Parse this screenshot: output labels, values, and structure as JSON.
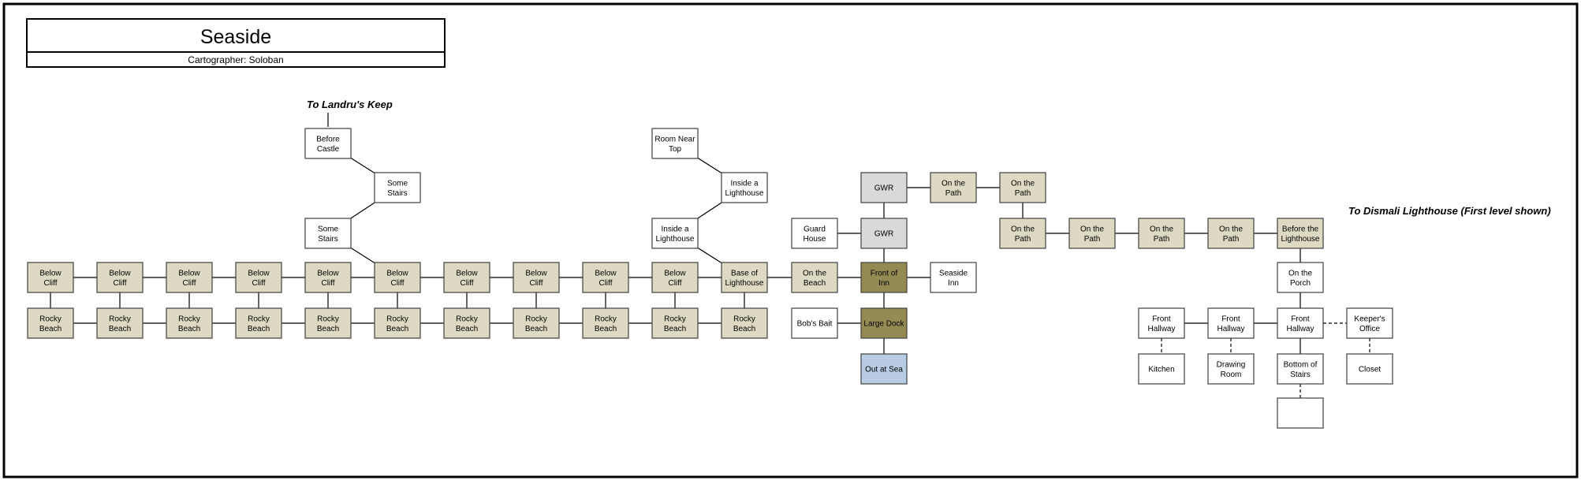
{
  "title": "Seaside",
  "subtitle": "Cartographer: Soloban",
  "exit_labels": {
    "to_landrus_keep": "To Landru's Keep",
    "to_dismali_lighthouse": "To Dismali Lighthouse (First level shown)"
  },
  "colors": {
    "frame": "#000000",
    "room_default": "#ffffff",
    "room_outdoor": "#ddd9c3",
    "room_gwr": "#d9d9d9",
    "room_inn": "#948a54",
    "room_sea": "#b8cce4",
    "room_border": "#404040",
    "line": "#000000",
    "text": "#000000"
  },
  "rooms": [
    {
      "id": "r01",
      "label": "Before Castle",
      "fill": "default"
    },
    {
      "id": "r02",
      "label": "Some Stairs",
      "fill": "default"
    },
    {
      "id": "r03",
      "label": "Some Stairs",
      "fill": "default"
    },
    {
      "id": "r04",
      "label": "Room Near Top",
      "fill": "default"
    },
    {
      "id": "r05",
      "label": "Inside a Lighthouse",
      "fill": "default"
    },
    {
      "id": "r06",
      "label": "Inside a Lighthouse",
      "fill": "default"
    },
    {
      "id": "r07",
      "label": "Below Cliff",
      "fill": "outdoor"
    },
    {
      "id": "r08",
      "label": "Below Cliff",
      "fill": "outdoor"
    },
    {
      "id": "r09",
      "label": "Below Cliff",
      "fill": "outdoor"
    },
    {
      "id": "r10",
      "label": "Below Cliff",
      "fill": "outdoor"
    },
    {
      "id": "r11",
      "label": "Below Cliff",
      "fill": "outdoor"
    },
    {
      "id": "r12",
      "label": "Below Cliff",
      "fill": "outdoor"
    },
    {
      "id": "r13",
      "label": "Below Cliff",
      "fill": "outdoor"
    },
    {
      "id": "r14",
      "label": "Below Cliff",
      "fill": "outdoor"
    },
    {
      "id": "r15",
      "label": "Below Cliff",
      "fill": "outdoor"
    },
    {
      "id": "r16",
      "label": "Below Cliff",
      "fill": "outdoor"
    },
    {
      "id": "r17",
      "label": "Base of Lighthouse",
      "fill": "outdoor"
    },
    {
      "id": "r18",
      "label": "On the Beach",
      "fill": "outdoor"
    },
    {
      "id": "r19",
      "label": "Front of Inn",
      "fill": "inn"
    },
    {
      "id": "r20",
      "label": "Seaside Inn",
      "fill": "default"
    },
    {
      "id": "r21",
      "label": "Rocky Beach",
      "fill": "outdoor"
    },
    {
      "id": "r22",
      "label": "Rocky Beach",
      "fill": "outdoor"
    },
    {
      "id": "r23",
      "label": "Rocky Beach",
      "fill": "outdoor"
    },
    {
      "id": "r24",
      "label": "Rocky Beach",
      "fill": "outdoor"
    },
    {
      "id": "r25",
      "label": "Rocky Beach",
      "fill": "outdoor"
    },
    {
      "id": "r26",
      "label": "Rocky Beach",
      "fill": "outdoor"
    },
    {
      "id": "r27",
      "label": "Rocky Beach",
      "fill": "outdoor"
    },
    {
      "id": "r28",
      "label": "Rocky Beach",
      "fill": "outdoor"
    },
    {
      "id": "r29",
      "label": "Rocky Beach",
      "fill": "outdoor"
    },
    {
      "id": "r30",
      "label": "Rocky Beach",
      "fill": "outdoor"
    },
    {
      "id": "r31",
      "label": "Rocky Beach",
      "fill": "outdoor"
    },
    {
      "id": "r32",
      "label": "Bob's Bait",
      "fill": "default"
    },
    {
      "id": "r33",
      "label": "Large Dock",
      "fill": "inn"
    },
    {
      "id": "r34",
      "label": "Out at Sea",
      "fill": "sea"
    },
    {
      "id": "r35",
      "label": "Guard House",
      "fill": "default"
    },
    {
      "id": "r36",
      "label": "GWR",
      "fill": "gwr"
    },
    {
      "id": "r37",
      "label": "GWR",
      "fill": "gwr"
    },
    {
      "id": "r38",
      "label": "On the Path",
      "fill": "outdoor"
    },
    {
      "id": "r39",
      "label": "On the Path",
      "fill": "outdoor"
    },
    {
      "id": "r40",
      "label": "On the Path",
      "fill": "outdoor"
    },
    {
      "id": "r41",
      "label": "On the Path",
      "fill": "outdoor"
    },
    {
      "id": "r42",
      "label": "On the Path",
      "fill": "outdoor"
    },
    {
      "id": "r43",
      "label": "On the Path",
      "fill": "outdoor"
    },
    {
      "id": "r44",
      "label": "Before the Lighthouse",
      "fill": "outdoor"
    },
    {
      "id": "r45",
      "label": "On the Porch",
      "fill": "default"
    },
    {
      "id": "r46",
      "label": "Front Hallway",
      "fill": "default"
    },
    {
      "id": "r47",
      "label": "Front Hallway",
      "fill": "default"
    },
    {
      "id": "r48",
      "label": "Front Hallway",
      "fill": "default"
    },
    {
      "id": "r49",
      "label": "Keeper's Office",
      "fill": "default"
    },
    {
      "id": "r50",
      "label": "Kitchen",
      "fill": "default"
    },
    {
      "id": "r51",
      "label": "Drawing Room",
      "fill": "default"
    },
    {
      "id": "r52",
      "label": "Bottom of Stairs",
      "fill": "default"
    },
    {
      "id": "r53",
      "label": "Closet",
      "fill": "default"
    },
    {
      "id": "r54",
      "label": "",
      "fill": "default"
    }
  ],
  "connections": [
    {
      "from": "r01",
      "to": "r02",
      "style": "solid"
    },
    {
      "from": "r02",
      "to": "r03",
      "style": "solid"
    },
    {
      "from": "r03",
      "to": "r12",
      "style": "solid"
    },
    {
      "from": "r04",
      "to": "r05",
      "style": "solid"
    },
    {
      "from": "r05",
      "to": "r06",
      "style": "solid"
    },
    {
      "from": "r06",
      "to": "r17",
      "style": "solid"
    },
    {
      "from": "r07",
      "to": "r08",
      "style": "solid"
    },
    {
      "from": "r08",
      "to": "r09",
      "style": "solid"
    },
    {
      "from": "r09",
      "to": "r10",
      "style": "solid"
    },
    {
      "from": "r10",
      "to": "r11",
      "style": "solid"
    },
    {
      "from": "r11",
      "to": "r12",
      "style": "solid"
    },
    {
      "from": "r12",
      "to": "r13",
      "style": "solid"
    },
    {
      "from": "r13",
      "to": "r14",
      "style": "solid"
    },
    {
      "from": "r14",
      "to": "r15",
      "style": "solid"
    },
    {
      "from": "r15",
      "to": "r16",
      "style": "solid"
    },
    {
      "from": "r16",
      "to": "r17",
      "style": "solid"
    },
    {
      "from": "r17",
      "to": "r18",
      "style": "solid"
    },
    {
      "from": "r18",
      "to": "r19",
      "style": "solid"
    },
    {
      "from": "r19",
      "to": "r20",
      "style": "solid"
    },
    {
      "from": "r07",
      "to": "r21",
      "style": "solid"
    },
    {
      "from": "r08",
      "to": "r22",
      "style": "solid"
    },
    {
      "from": "r09",
      "to": "r23",
      "style": "solid"
    },
    {
      "from": "r10",
      "to": "r24",
      "style": "solid"
    },
    {
      "from": "r11",
      "to": "r25",
      "style": "solid"
    },
    {
      "from": "r12",
      "to": "r26",
      "style": "solid"
    },
    {
      "from": "r13",
      "to": "r27",
      "style": "solid"
    },
    {
      "from": "r14",
      "to": "r28",
      "style": "solid"
    },
    {
      "from": "r15",
      "to": "r29",
      "style": "solid"
    },
    {
      "from": "r16",
      "to": "r30",
      "style": "solid"
    },
    {
      "from": "r17",
      "to": "r31",
      "style": "solid"
    },
    {
      "from": "r21",
      "to": "r22",
      "style": "solid"
    },
    {
      "from": "r22",
      "to": "r23",
      "style": "solid"
    },
    {
      "from": "r23",
      "to": "r24",
      "style": "solid"
    },
    {
      "from": "r24",
      "to": "r25",
      "style": "solid"
    },
    {
      "from": "r25",
      "to": "r26",
      "style": "solid"
    },
    {
      "from": "r26",
      "to": "r27",
      "style": "solid"
    },
    {
      "from": "r27",
      "to": "r28",
      "style": "solid"
    },
    {
      "from": "r28",
      "to": "r29",
      "style": "solid"
    },
    {
      "from": "r29",
      "to": "r30",
      "style": "solid"
    },
    {
      "from": "r30",
      "to": "r31",
      "style": "solid"
    },
    {
      "from": "r19",
      "to": "r33",
      "style": "solid"
    },
    {
      "from": "r32",
      "to": "r33",
      "style": "solid"
    },
    {
      "from": "r33",
      "to": "r34",
      "style": "solid"
    },
    {
      "from": "r19",
      "to": "r37",
      "style": "solid"
    },
    {
      "from": "r35",
      "to": "r37",
      "style": "solid"
    },
    {
      "from": "r37",
      "to": "r36",
      "style": "solid"
    },
    {
      "from": "r36",
      "to": "r38",
      "style": "solid"
    },
    {
      "from": "r38",
      "to": "r39",
      "style": "solid"
    },
    {
      "from": "r39",
      "to": "r40",
      "style": "solid"
    },
    {
      "from": "r40",
      "to": "r41",
      "style": "solid"
    },
    {
      "from": "r41",
      "to": "r42",
      "style": "solid"
    },
    {
      "from": "r42",
      "to": "r43",
      "style": "solid"
    },
    {
      "from": "r43",
      "to": "r44",
      "style": "solid"
    },
    {
      "from": "r44",
      "to": "r45",
      "style": "solid"
    },
    {
      "from": "r45",
      "to": "r48",
      "style": "solid"
    },
    {
      "from": "r46",
      "to": "r47",
      "style": "solid"
    },
    {
      "from": "r47",
      "to": "r48",
      "style": "solid"
    },
    {
      "from": "r48",
      "to": "r49",
      "style": "dashed"
    },
    {
      "from": "r46",
      "to": "r50",
      "style": "dashed"
    },
    {
      "from": "r47",
      "to": "r51",
      "style": "dashed"
    },
    {
      "from": "r48",
      "to": "r52",
      "style": "solid"
    },
    {
      "from": "r49",
      "to": "r53",
      "style": "dashed"
    },
    {
      "from": "r52",
      "to": "r54",
      "style": "dashed"
    }
  ]
}
